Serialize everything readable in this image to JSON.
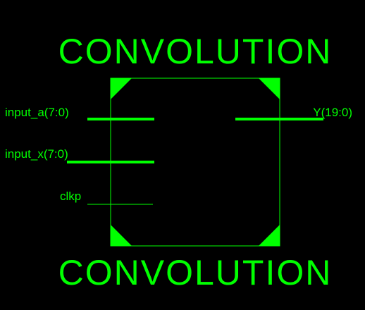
{
  "colors": {
    "background": "#000000",
    "stroke": "#00ff00"
  },
  "block": {
    "title_top": "CONVOLUTION",
    "title_bottom": "CONVOLUTION"
  },
  "ports": {
    "input_a": "input_a(7:0)",
    "input_x": "input_x(7:0)",
    "clk": "clkp",
    "output_y": "Y(19:0)"
  }
}
